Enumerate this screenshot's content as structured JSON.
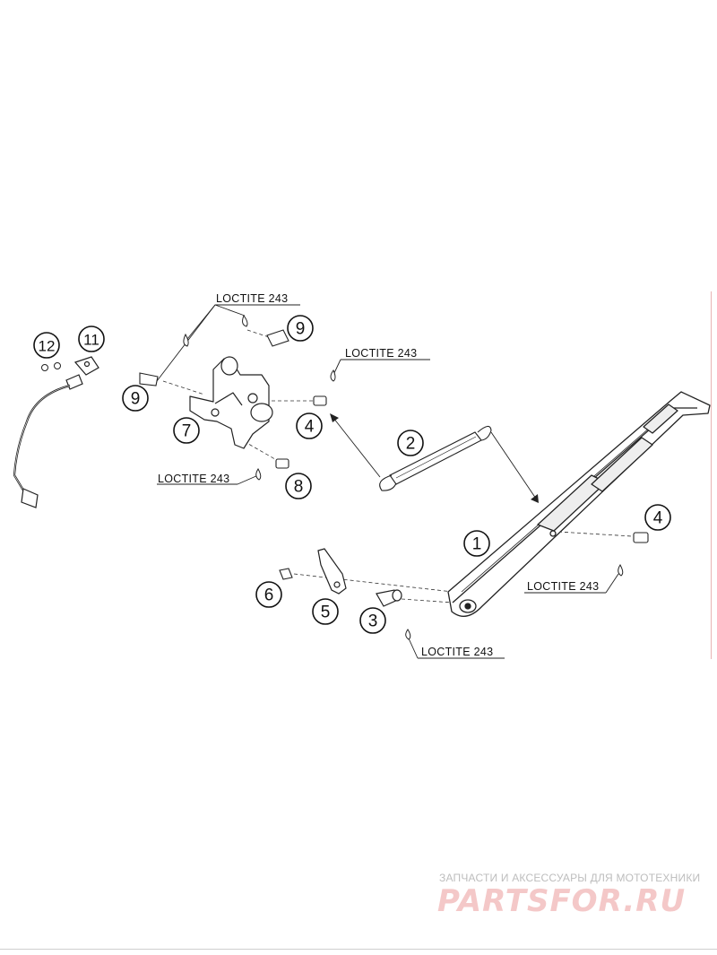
{
  "callouts": [
    {
      "number": "1"
    },
    {
      "number": "2"
    },
    {
      "number": "3"
    },
    {
      "number": "4"
    },
    {
      "number": "4"
    },
    {
      "number": "5"
    },
    {
      "number": "6"
    },
    {
      "number": "7"
    },
    {
      "number": "8"
    },
    {
      "number": "9"
    },
    {
      "number": "9"
    },
    {
      "number": "11"
    },
    {
      "number": "12"
    }
  ],
  "notes": [
    {
      "text": "LOCTITE 243"
    },
    {
      "text": "LOCTITE 243"
    },
    {
      "text": "LOCTITE 243"
    },
    {
      "text": "LOCTITE 243"
    },
    {
      "text": "LOCTITE 243"
    }
  ],
  "watermark": {
    "subtitle": "ЗАПЧАСТИ И АКСЕССУАРЫ ДЛЯ МОТОТЕХНИКИ",
    "logo": "PARTSFOR.RU"
  }
}
